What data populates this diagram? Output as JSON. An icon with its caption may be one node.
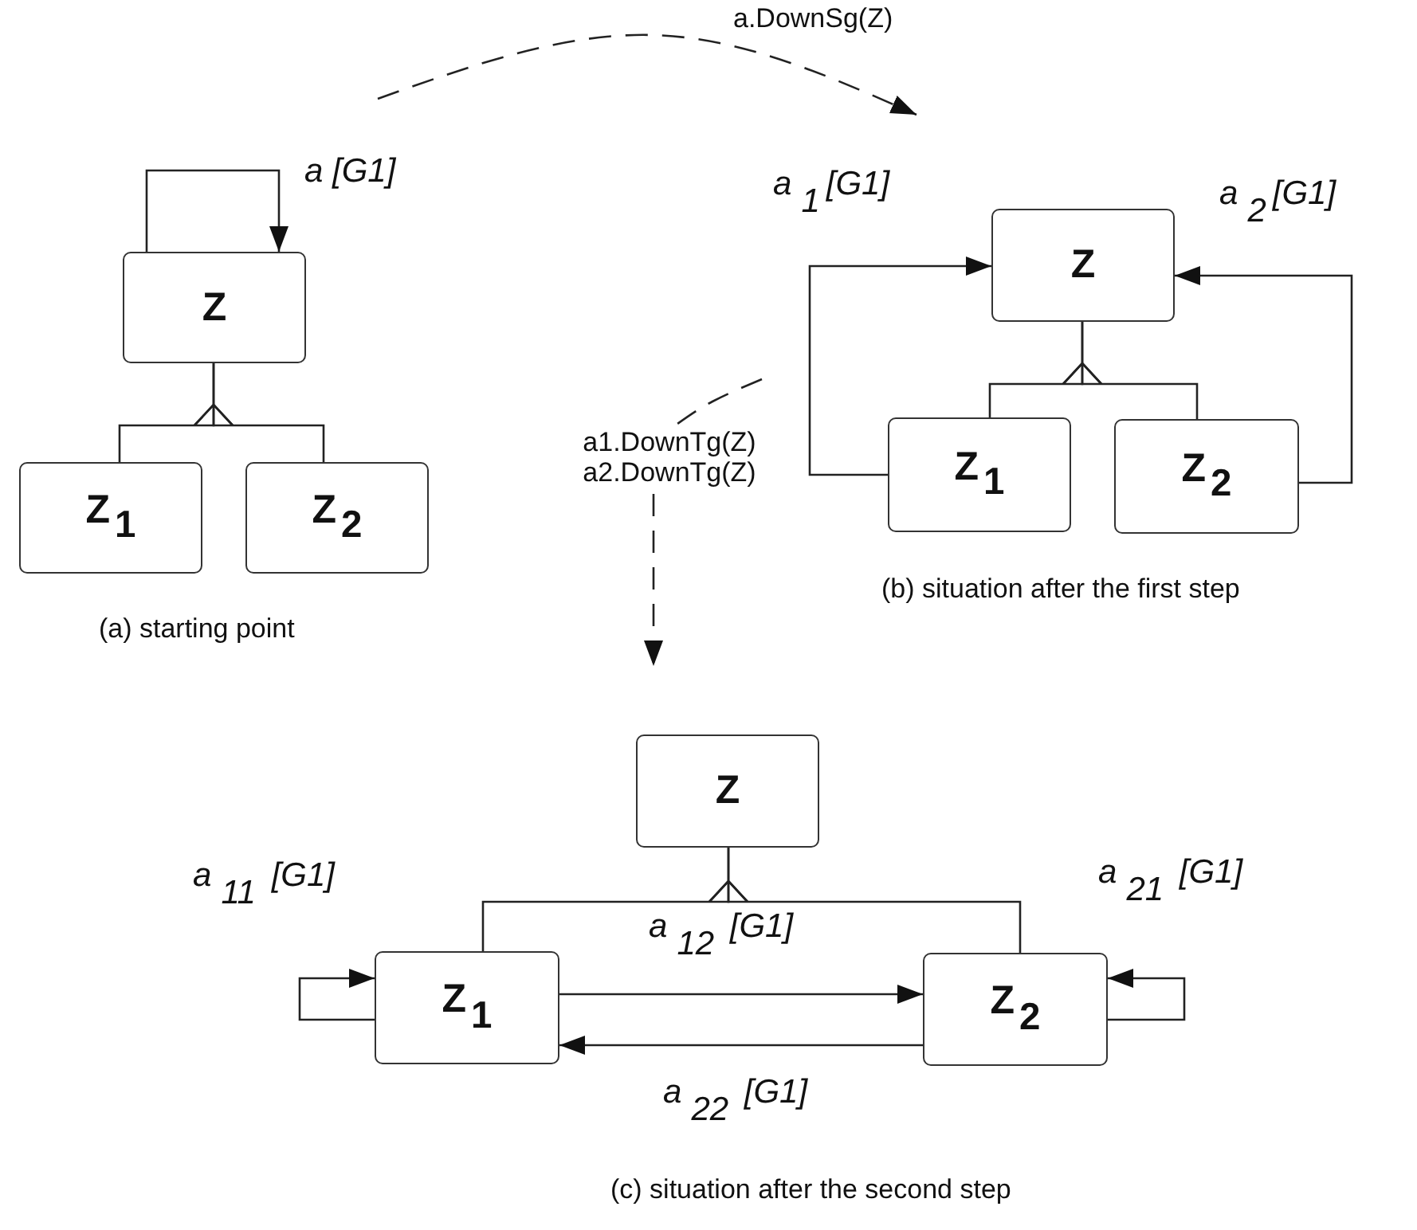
{
  "diagram": {
    "nodes": [
      {
        "text": [
          "Z"
        ]
      },
      {
        "text": [
          "Z$_{1}$"
        ]
      },
      {
        "text": [
          "Z$_{2}$"
        ]
      },
      {
        "text": [
          "Z"
        ]
      },
      {
        "text": [
          "Z$_{1}$"
        ]
      },
      {
        "text": [
          "Z$_{2}$"
        ]
      },
      {
        "text": [
          "Z"
        ]
      },
      {
        "text": [
          "Z$_{1}$"
        ]
      },
      {
        "text": [
          "Z$_{2}$"
        ]
      },
      {
        "text": [
          "a1.DownTg(Z) a2.DownTg(Z)"
        ]
      }
    ],
    "edges": [
      {
        "from": 0,
        "to": 0,
        "arrow": "to",
        "label": "a [G1]"
      },
      {
        "from": 1,
        "to": 0,
        "arrow": "to"
      },
      {
        "from": 2,
        "to": 0,
        "arrow": "to"
      },
      {
        "from": 4,
        "to": 3,
        "arrow": "to"
      },
      {
        "from": 5,
        "to": 3,
        "arrow": "to"
      },
      {
        "from": 4,
        "to": 3,
        "arrow": "to",
        "label": "a$_{1}$[G1]"
      },
      {
        "from": 5,
        "to": 3,
        "arrow": "to",
        "label": "a$_{2}$[G1]"
      },
      {
        "from": null,
        "to": 9,
        "arrow": "none",
        "style": "dashed"
      },
      {
        "from": 9,
        "to": null,
        "arrow": "to",
        "style": "dashed"
      },
      {
        "from": 7,
        "to": 6,
        "arrow": "to"
      },
      {
        "from": 8,
        "to": 6,
        "arrow": "to"
      },
      {
        "from": 7,
        "to": 7,
        "arrow": "to",
        "label": "a$_{11}$ [G1]"
      },
      {
        "from": 7,
        "to": 8,
        "arrow": "to",
        "label": "a$_{12}$ [G1]"
      },
      {
        "from": 8,
        "to": 7,
        "arrow": "to",
        "label": "a$_{22}$ [G1]"
      },
      {
        "from": 8,
        "to": 8,
        "arrow": "to",
        "label": "a$_{21}$ [G1]"
      }
    ],
    "labels": [
      "a.DownSg(Z)",
      "(a) starting point",
      "(b) situation after the first step",
      "(c) situation after the second step"
    ]
  }
}
